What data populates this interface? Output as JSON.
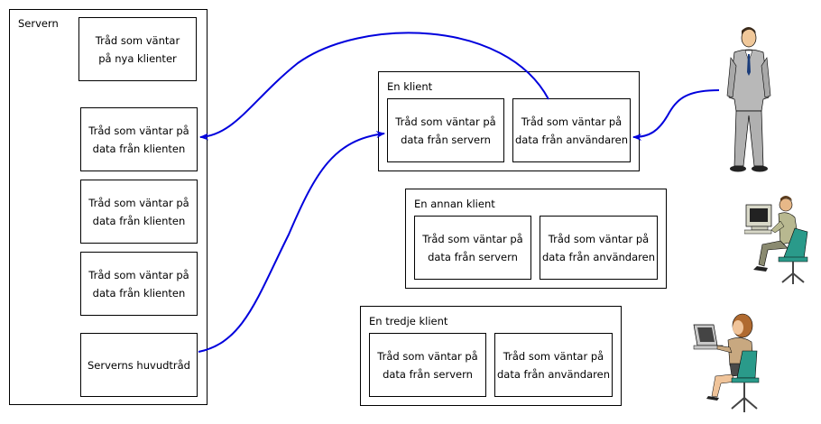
{
  "server": {
    "label": "Servern",
    "threads": [
      "Tråd som väntar\npå nya klienter",
      "Tråd som väntar på\ndata från klienten",
      "Tråd som väntar på\ndata från klienten",
      "Tråd som väntar på\ndata från klienten"
    ],
    "main_thread": "Serverns huvudtråd"
  },
  "clients": [
    {
      "label": "En klient",
      "server_thread": "Tråd som väntar på\ndata från servern",
      "user_thread": "Tråd som väntar på\ndata från användaren"
    },
    {
      "label": "En annan klient",
      "server_thread": "Tråd som väntar på\ndata från servern",
      "user_thread": "Tråd som väntar på\ndata från användaren"
    },
    {
      "label": "En tredje klient",
      "server_thread": "Tråd som väntar på\ndata från servern",
      "user_thread": "Tråd som väntar på\ndata från användaren"
    }
  ],
  "colors": {
    "arrow": "#0000dd",
    "border": "#000000"
  },
  "icons": [
    "standing-man-icon",
    "man-at-computer-icon",
    "woman-at-computer-icon"
  ]
}
